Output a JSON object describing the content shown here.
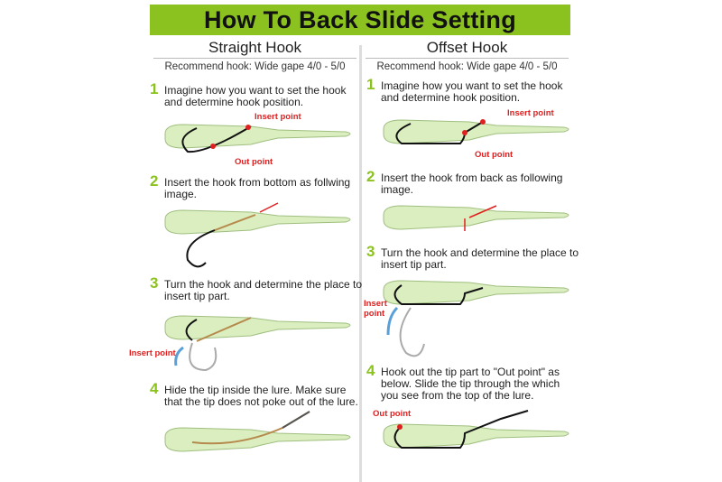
{
  "title": "How To Back Slide Setting",
  "colors": {
    "banner": "#8cc21f",
    "lure": "#dbeec0",
    "label": "#e02020"
  },
  "columns": [
    {
      "heading": "Straight Hook",
      "recommend": "Recommend hook: Wide gape 4/0 - 5/0",
      "steps": [
        {
          "num": "1",
          "text": "Imagine how you want to set the hook and determine hook position."
        },
        {
          "num": "2",
          "text": "Insert the hook from bottom as follwing image."
        },
        {
          "num": "3",
          "text": "Turn the hook and determine the place to insert tip part."
        },
        {
          "num": "4",
          "text": "Hide the tip inside the lure. Make sure that the tip does not poke out of the lure."
        }
      ],
      "labels": {
        "insert1": "Insert point",
        "out1": "Out point",
        "insert3": "Insert point"
      }
    },
    {
      "heading": "Offset Hook",
      "recommend": "Recommend hook: Wide gape 4/0 - 5/0",
      "steps": [
        {
          "num": "1",
          "text": "Imagine how you want to set the hook and determine hook position."
        },
        {
          "num": "2",
          "text": "Insert the hook from back as following image."
        },
        {
          "num": "3",
          "text": "Turn the hook and determine the place to insert tip part."
        },
        {
          "num": "4",
          "text": "Hook out the tip part to \"Out point\" as below. Slide the tip through the which you see from the top of the lure."
        }
      ],
      "labels": {
        "insert1": "Insert point",
        "out1": "Out point",
        "insert3": "Insert point",
        "out4": "Out point"
      }
    }
  ]
}
